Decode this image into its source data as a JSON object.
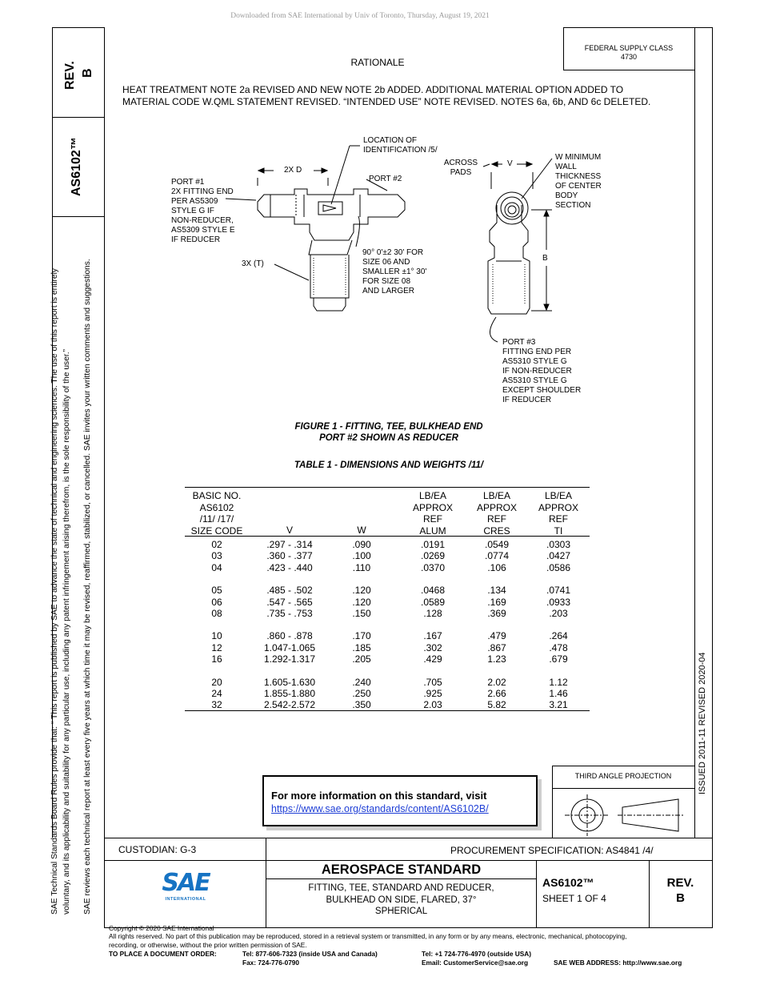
{
  "top_banner": "Downloaded from SAE International by Univ of Toronto, Thursday, August 19, 2021",
  "side": {
    "rev_label": "REV.",
    "rev_value": "B",
    "doc_no": "AS6102™",
    "note_line1": "SAE Technical Standards Board Rules provide that: “  This report is published by SAE to advance the state of technical and engineering sciences. The use of this report is entirely",
    "note_line2": "voluntary, and its applicability and suitability for any particular use, including any patent infringement arising therefrom, is the sole responsibility of the user.”",
    "note_line3": "SAE reviews each technical report at least every five years at which time it may be revised, reaffirmed, stabilized, or cancelled. SAE invites your written comments and suggestions.",
    "issued": "ISSUED 2011-11     REVISED 2020-04"
  },
  "header": {
    "fsc_line1": "FEDERAL SUPPLY CLASS",
    "fsc_line2": "4730",
    "rationale_title": "RATIONALE",
    "rationale_line1": "HEAT TREATMENT NOTE 2a REVISED AND NEW NOTE 2b ADDED. ADDITIONAL MATERIAL OPTION ADDED TO",
    "rationale_line2": "MATERIAL CODE W.QML STATEMENT REVISED. “INTENDED USE” NOTE REVISED. NOTES 6a, 6b, AND 6c DELETED."
  },
  "figure": {
    "loc_id": [
      "LOCATION OF",
      "IDENTIFICATION /5/"
    ],
    "two_x_d": "2X D",
    "port1": [
      "PORT #1",
      "2X FITTING END",
      "PER AS5309",
      "STYLE G IF",
      "NON-REDUCER,",
      "AS5309 STYLE E",
      "IF REDUCER"
    ],
    "port2": "PORT #2",
    "three_x_t": "3X  (T)",
    "angle_note": [
      "90° 0'±2  30' FOR",
      "SIZE 06 AND",
      "SMALLER ±1° 30'",
      "FOR SIZE 08",
      "AND LARGER"
    ],
    "across_pads": [
      "ACROSS",
      "PADS"
    ],
    "v": "V",
    "w_min": [
      "W MINIMUM",
      "WALL",
      "THICKNESS",
      "OF CENTER",
      "BODY",
      "SECTION"
    ],
    "b": "B",
    "port3": [
      "PORT #3",
      "FITTING END PER",
      "AS5310 STYLE G",
      "IF NON-REDUCER",
      "AS5310 STYLE G",
      "EXCEPT SHOULDER",
      "IF REDUCER"
    ],
    "caption1": "FIGURE 1 - FITTING, TEE, BULKHEAD END",
    "caption2": "PORT #2 SHOWN AS REDUCER"
  },
  "table": {
    "title": "TABLE 1 - DIMENSIONS AND WEIGHTS /11/",
    "headers": {
      "basic": [
        "BASIC NO.",
        "AS6102",
        "/11/ /17/",
        "SIZE CODE"
      ],
      "v": "V",
      "w": "W",
      "alum": [
        "LB/EA",
        "APPROX",
        "REF",
        "ALUM"
      ],
      "cres": [
        "LB/EA",
        "APPROX",
        "REF",
        "CRES"
      ],
      "ti": [
        "LB/EA",
        "APPROX",
        "REF",
        "TI"
      ]
    },
    "groups": [
      [
        [
          "02",
          ".297 - .314",
          ".090",
          ".0191",
          ".0549",
          ".0303"
        ],
        [
          "03",
          ".360 - .377",
          ".100",
          ".0269",
          ".0774",
          ".0427"
        ],
        [
          "04",
          ".423 - .440",
          ".110",
          ".0370",
          ".106",
          ".0586"
        ]
      ],
      [
        [
          "05",
          ".485 - .502",
          ".120",
          ".0468",
          ".134",
          ".0741"
        ],
        [
          "06",
          ".547 - .565",
          ".120",
          ".0589",
          ".169",
          ".0933"
        ],
        [
          "08",
          ".735 - .753",
          ".150",
          ".128",
          ".369",
          ".203"
        ]
      ],
      [
        [
          "10",
          ".860 - .878",
          ".170",
          ".167",
          ".479",
          ".264"
        ],
        [
          "12",
          "1.047-1.065",
          ".185",
          ".302",
          ".867",
          ".478"
        ],
        [
          "16",
          "1.292-1.317",
          ".205",
          ".429",
          "1.23",
          ".679"
        ]
      ],
      [
        [
          "20",
          "1.605-1.630",
          ".240",
          ".705",
          "2.02",
          "1.12"
        ],
        [
          "24",
          "1.855-1.880",
          ".250",
          ".925",
          "2.66",
          "1.46"
        ],
        [
          "32",
          "2.542-2.572",
          ".350",
          "2.03",
          "5.82",
          "3.21"
        ]
      ]
    ]
  },
  "info_box": {
    "text": "For more information on this standard, visit",
    "link": "https://www.sae.org/standards/content/AS6102B/"
  },
  "projection": "THIRD ANGLE PROJECTION",
  "title_block": {
    "custodian": "CUSTODIAN: G-3",
    "procurement": "PROCUREMENT SPECIFICATION: AS4841 /4/",
    "logo_text": "SAE",
    "logo_sub": "INTERNATIONAL",
    "std_type": "AEROSPACE STANDARD",
    "title_line1": "FITTING, TEE, STANDARD AND REDUCER,",
    "title_line2": "BULKHEAD ON SIDE, FLARED, 37°",
    "title_line3": "SPHERICAL",
    "doc_no": "AS6102™",
    "sheet": "SHEET 1 OF 4",
    "rev_label": "REV.",
    "rev_value": "B"
  },
  "footer": {
    "copyright": "Copyright © 2020 SAE International",
    "rights_line1": "All rights reserved. No part of this publication may be reproduced, stored in a retrieval system or transmitted, in any form or by any means, electronic, mechanical, photocopying,",
    "rights_line2": "recording, or otherwise, without the prior written permission of SAE.",
    "order_label": "TO PLACE A DOCUMENT ORDER:",
    "tel_us": "Tel: 877-606-7323 (inside USA and Canada)",
    "fax": "Fax: 724-776-0790",
    "tel_intl": "Tel: +1 724-776-4970 (outside USA)",
    "email": "Email: CustomerService@sae.org",
    "web": "SAE WEB ADDRESS: http://www.sae.org"
  }
}
